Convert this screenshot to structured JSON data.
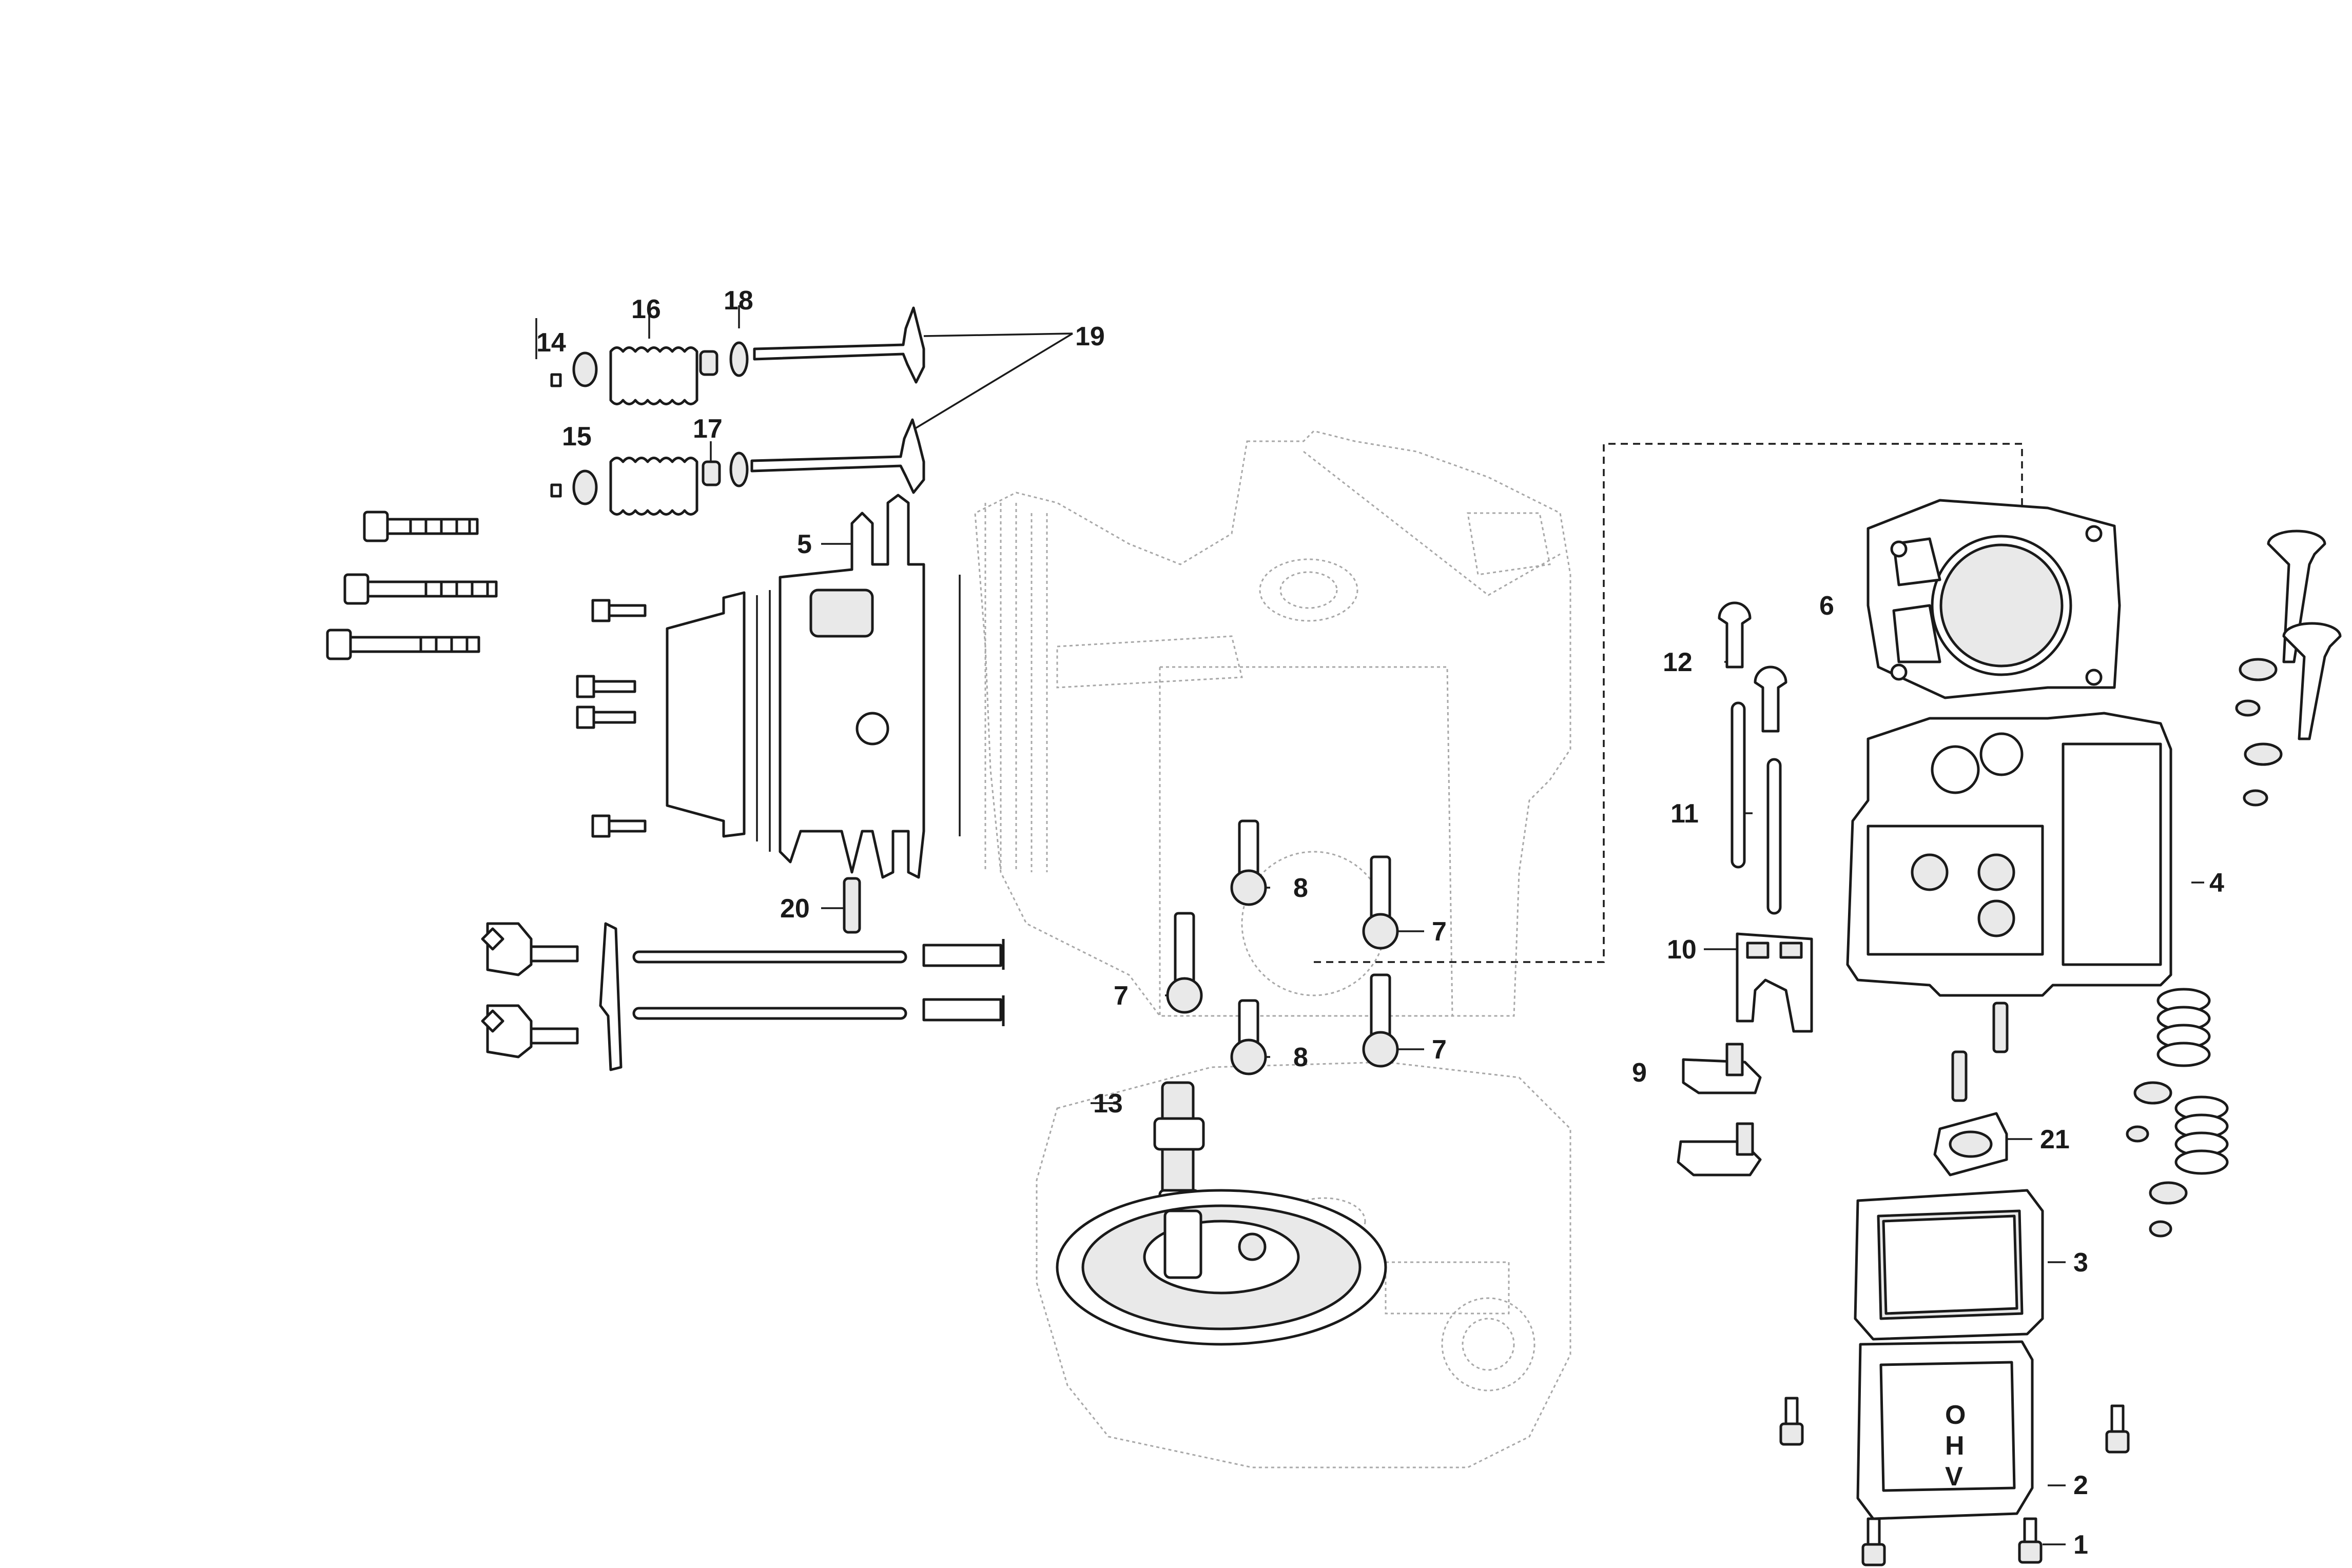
{
  "diagram": {
    "callouts": [
      {
        "id": "c1",
        "label": "1"
      },
      {
        "id": "c2",
        "label": "2"
      },
      {
        "id": "c3",
        "label": "3"
      },
      {
        "id": "c4",
        "label": "4"
      },
      {
        "id": "c5",
        "label": "5"
      },
      {
        "id": "c6",
        "label": "6"
      },
      {
        "id": "c7a",
        "label": "7"
      },
      {
        "id": "c7b",
        "label": "7"
      },
      {
        "id": "c7c",
        "label": "7"
      },
      {
        "id": "c8a",
        "label": "8"
      },
      {
        "id": "c8b",
        "label": "8"
      },
      {
        "id": "c9",
        "label": "9"
      },
      {
        "id": "c10",
        "label": "10"
      },
      {
        "id": "c11",
        "label": "11"
      },
      {
        "id": "c12",
        "label": "12"
      },
      {
        "id": "c13",
        "label": "13"
      },
      {
        "id": "c14",
        "label": "14"
      },
      {
        "id": "c15",
        "label": "15"
      },
      {
        "id": "c16",
        "label": "16"
      },
      {
        "id": "c17",
        "label": "17"
      },
      {
        "id": "c18",
        "label": "18"
      },
      {
        "id": "c19",
        "label": "19"
      },
      {
        "id": "c20",
        "label": "20"
      },
      {
        "id": "c21",
        "label": "21"
      }
    ],
    "cover_embossing": [
      "O",
      "H",
      "V"
    ]
  }
}
